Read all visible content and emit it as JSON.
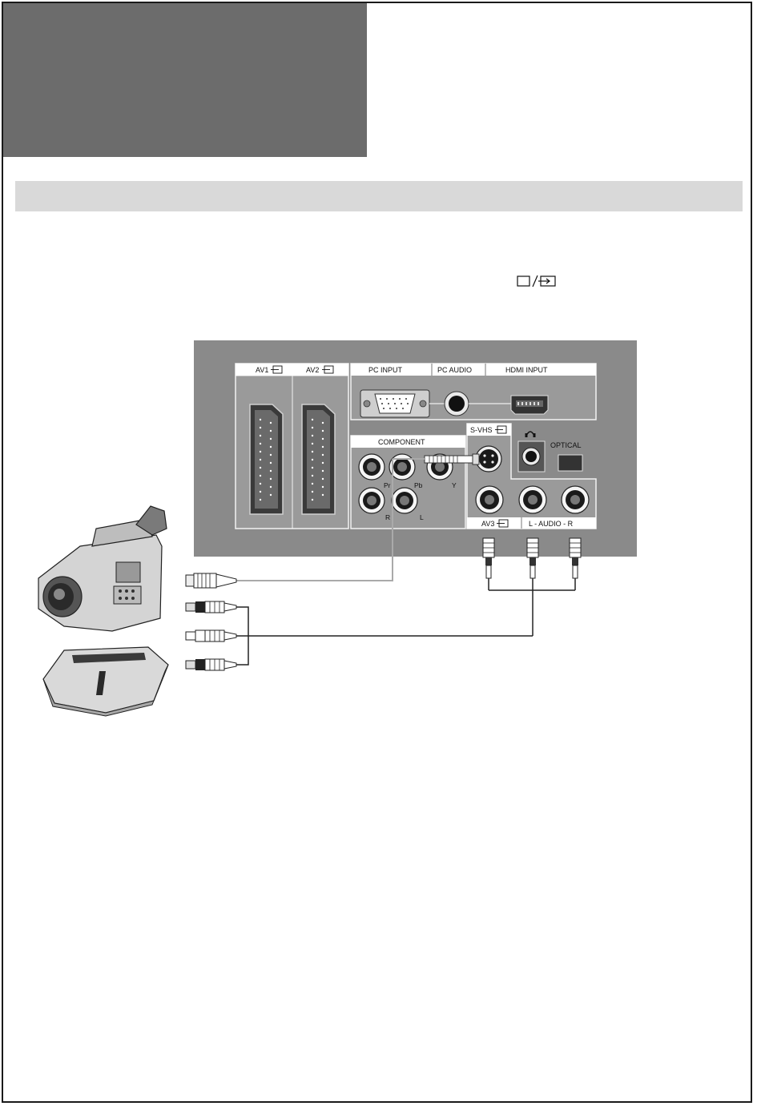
{
  "panel": {
    "scart": {
      "av1": "AV1",
      "av2": "AV2"
    },
    "top_row": {
      "pc_input": "PC INPUT",
      "pc_audio": "PC AUDIO",
      "hdmi_input": "HDMI INPUT"
    },
    "component": {
      "title": "COMPONENT",
      "pr": "Pr",
      "pb": "Pb",
      "y": "Y",
      "r": "R",
      "l": "L"
    },
    "svhs": "S-VHS",
    "optical": "OPTICAL",
    "av3": "AV3",
    "audio_lr": "L - AUDIO - R"
  },
  "icons": {
    "source_icon": "tv-av-source-icon",
    "headphone": "headphone-icon"
  },
  "colors": {
    "panel_bg": "#888888",
    "header_block": "#6c6c6c",
    "section_bar": "#d9d9d9"
  }
}
